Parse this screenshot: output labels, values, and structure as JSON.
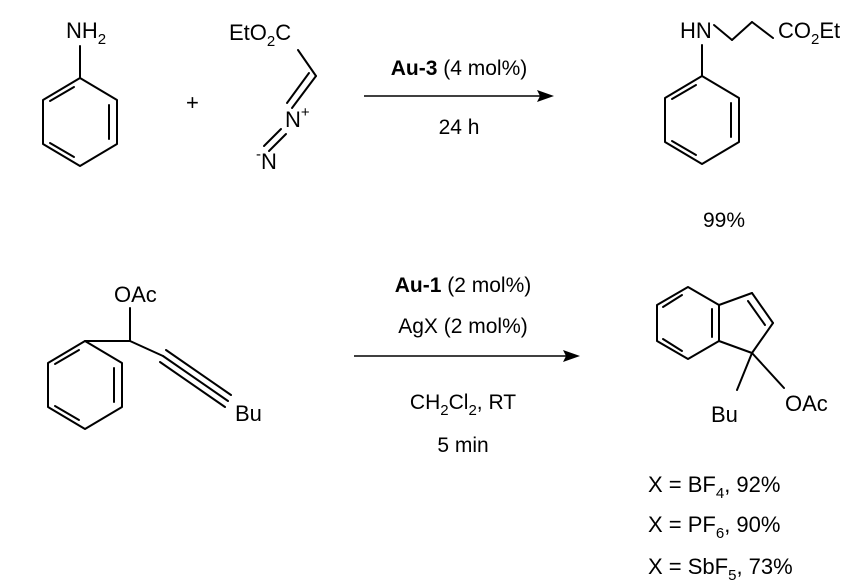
{
  "reaction1": {
    "reactant_a": {
      "label_main": "NH",
      "label_sub": "2"
    },
    "plus": "+",
    "reactant_b": {
      "ester_a": "EtO",
      "ester_sub": "2",
      "ester_b": "C",
      "n_plus": "N",
      "plus_charge": "+",
      "n_minus": "N",
      "minus_charge": "-"
    },
    "catalyst_bold": "Au-3",
    "catalyst_rest": " (4 mol%)",
    "time": "24 h",
    "product": {
      "amine": "HN",
      "ester_a": "CO",
      "ester_sub": "2",
      "ester_b": "Et"
    },
    "yield": "99%"
  },
  "reaction2": {
    "reactant": {
      "oac": "OAc",
      "bu": "Bu"
    },
    "catalyst_bold": "Au-1",
    "catalyst_rest": " (2 mol%)",
    "cocatalyst": "AgX (2 mol%)",
    "solvent_a": "CH",
    "solvent_sub1": "2",
    "solvent_b": "Cl",
    "solvent_sub2": "2",
    "solvent_c": ", RT",
    "time": "5 min",
    "product": {
      "bu": "Bu",
      "oac": "OAc"
    },
    "yields": [
      {
        "prefix": "X = BF",
        "sub": "4",
        "suffix": ", 92%"
      },
      {
        "prefix": "X = PF",
        "sub": "6",
        "suffix": ", 90%"
      },
      {
        "prefix": "X = SbF",
        "sub": "5",
        "suffix": ", 73%"
      }
    ]
  }
}
